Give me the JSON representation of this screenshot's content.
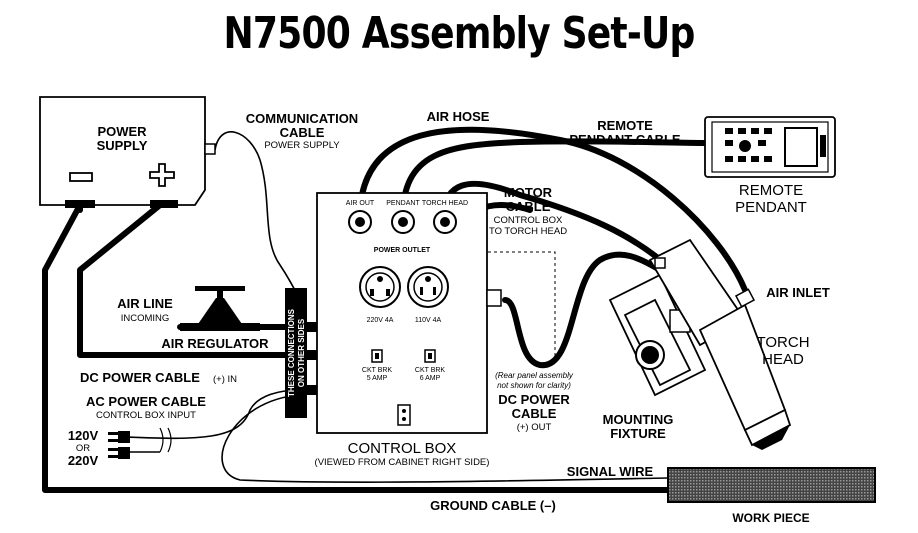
{
  "title": "N7500 Assembly Set-Up",
  "labels": {
    "power_supply": [
      "POWER",
      "SUPPLY"
    ],
    "minus": "−",
    "plus": "+",
    "communication_cable": [
      "COMMUNICATION",
      "CABLE"
    ],
    "communication_cable_sub": "POWER SUPPLY",
    "air_hose": "AIR HOSE",
    "remote_pendant_cable": [
      "REMOTE",
      "PENDANT CABLE"
    ],
    "remote_pendant": [
      "REMOTE",
      "PENDANT"
    ],
    "motor_cable": [
      "MOTOR",
      "CABLE"
    ],
    "motor_cable_sub": [
      "CONTROL BOX",
      "TO TORCH HEAD"
    ],
    "air_inlet": "AIR INLET",
    "torch_head": [
      "TORCH",
      "HEAD"
    ],
    "air_line": "AIR LINE",
    "air_line_sub": "INCOMING",
    "air_regulator": "AIR REGULATOR",
    "these_connections": [
      "THESE CONNECTIONS",
      "ON OTHER SIDES"
    ],
    "dc_power_cable_in": "DC POWER CABLE",
    "dc_power_cable_in_sub": "(+) IN",
    "ac_power_cable": "AC POWER CABLE",
    "ac_power_cable_sub": "CONTROL BOX INPUT",
    "v120": "120V",
    "or": "OR",
    "v220": "220V",
    "rear_panel_note": [
      "(Rear panel assembly",
      "not shown for clarity)"
    ],
    "dc_power_cable_out": [
      "DC POWER",
      "CABLE"
    ],
    "dc_power_cable_out_sub": "(+) OUT",
    "mounting_fixture": [
      "MOUNTING",
      "FIXTURE"
    ],
    "control_box": "CONTROL BOX",
    "control_box_sub": "(VIEWED FROM CABINET RIGHT SIDE)",
    "signal_wire": "SIGNAL WIRE",
    "ground_cable": "GROUND CABLE (–)",
    "work_piece": "WORK PIECE",
    "connector_air_out": "AIR OUT",
    "connector_pendant": "PENDANT",
    "connector_torch_head": "TORCH HEAD",
    "power_outlet": "POWER OUTLET",
    "outlet_220": "220V 4A",
    "outlet_110": "110V 4A",
    "ckt_brk_1": [
      "CKT BRK",
      "5 AMP"
    ],
    "ckt_brk_2": [
      "CKT BRK",
      "6 AMP"
    ]
  }
}
